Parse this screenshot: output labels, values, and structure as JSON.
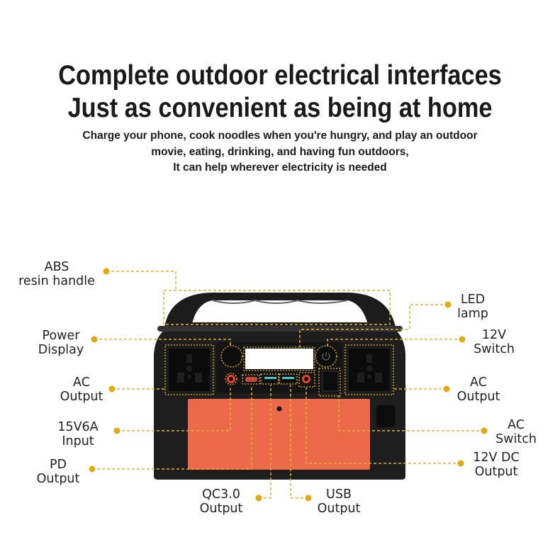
{
  "headline": {
    "line1": "Complete outdoor electrical interfaces",
    "line2": "Just as convenient as being at home"
  },
  "subtitle": {
    "line1": "Charge your phone, cook noodles when you're hungry, and play an outdoor",
    "line2": "movie, eating, drinking, and having fun outdoors,",
    "line3": "It can help wherever electricity is needed"
  },
  "colors": {
    "accent": "#e3a912",
    "panel": "#ec6a4a",
    "body": "#1e1e1e"
  },
  "labels": {
    "abs": [
      "ABS",
      "resin handle"
    ],
    "led": [
      "LED",
      "lamp"
    ],
    "power_display": [
      "Power",
      "Display"
    ],
    "switch_12v": [
      "12V",
      "Switch"
    ],
    "ac_output_left": [
      "AC",
      "Output"
    ],
    "ac_output_right": [
      "AC",
      "Output"
    ],
    "input_15v6a": [
      "15V6A",
      "Input"
    ],
    "ac_switch": [
      "AC",
      "Switch"
    ],
    "pd_output": [
      "PD",
      "Output"
    ],
    "dc_12v_output": [
      "12V DC",
      "Output"
    ],
    "qc_output": [
      "QC3.0",
      "Output"
    ],
    "usb_output": [
      "USB",
      "Output"
    ]
  }
}
